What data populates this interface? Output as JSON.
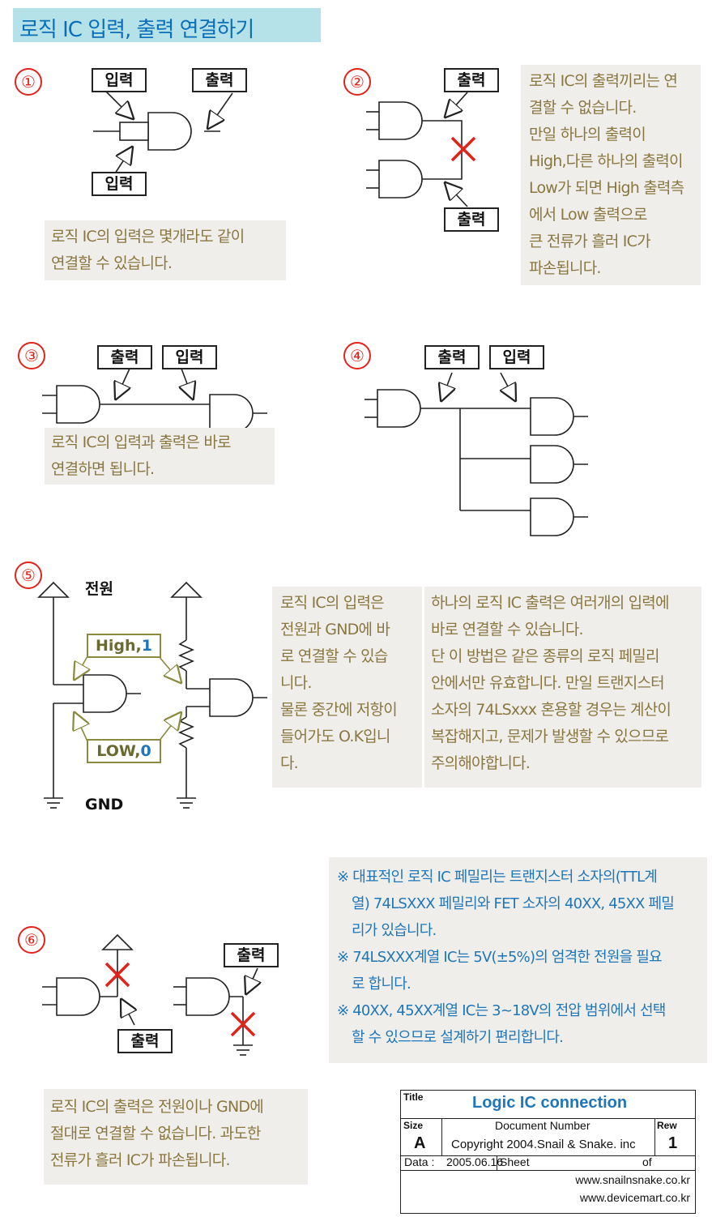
{
  "title": "로직 IC 입력, 출력 연결하기",
  "sections": {
    "s1": {
      "number": "①",
      "labels": {
        "input_top": "입력",
        "output": "출력",
        "input_bottom": "입력"
      },
      "note": [
        "로직 IC의 입력은 몇개라도 같이",
        "연결할 수 있습니다."
      ]
    },
    "s2": {
      "number": "②",
      "labels": {
        "output_top": "출력",
        "output_bottom": "출력"
      },
      "note": [
        "로직 IC의 출력끼리는 연",
        "결할 수 없습니다.",
        "만일 하나의 출력이",
        "High,다른 하나의 출력이",
        "Low가 되면 High 출력측",
        "에서 Low 출력으로",
        "큰 전류가 흘러 IC가",
        "파손됩니다."
      ]
    },
    "s3": {
      "number": "③",
      "labels": {
        "output": "출력",
        "input": "입력"
      },
      "note": [
        "로직 IC의 입력과 출력은 바로",
        "연결하면 됩니다."
      ]
    },
    "s4": {
      "number": "④",
      "labels": {
        "output": "출력",
        "input": "입력"
      }
    },
    "s5": {
      "number": "⑤",
      "power_label": "전원",
      "gnd_label": "GND",
      "high_label": {
        "text": "High,",
        "value": "1"
      },
      "low_label": {
        "text": "LOW,",
        "value": "0"
      },
      "note1": [
        "로직 IC의 입력은",
        "전원과 GND에  바",
        "로 연결할 수 있습",
        "니다.",
        "물론 중간에 저항이",
        "들어가도 O.K입니",
        "다."
      ],
      "note2": [
        "하나의 로직 IC 출력은 여러개의 입력에",
        "바로 연결할 수 있습니다.",
        "단 이 방법은 같은 종류의 로직 페밀리",
        "안에서만 유효합니다. 만일 트랜지스터",
        "소자의 74LSxxx 혼용할 경우는 계산이",
        "복잡해지고, 문제가 발생할 수 있으므로",
        "주의해야합니다."
      ]
    },
    "s6": {
      "number": "⑥",
      "labels": {
        "output_left": "출력",
        "output_right": "출력"
      },
      "note_blue": [
        "※ 대표적인 로직 IC 페밀리는 트랜지스터 소자의(TTL계",
        "열) 74LSXXX 페밀리와 FET 소자의 40XX, 45XX 페밀",
        "리가 있습니다.",
        "※ 74LSXXX계열 IC는 5V(±5%)의 엄격한 전원을   필요",
        "로 합니다.",
        "※ 40XX, 45XX계열 IC는 3~18V의 전압 범위에서 선택",
        "할 수 있으므로 설계하기 편리합니다."
      ],
      "note": [
        "로직 IC의 출력은 전원이나 GND에",
        "절대로 연결할 수 없습니다. 과도한",
        "전류가 흘러 IC가 파손됩니다."
      ]
    }
  },
  "title_block": {
    "title_label": "Title",
    "title": "Logic IC connection",
    "size_label": "Size",
    "size": "A",
    "docnum_label": "Document Number",
    "copyright": "Copyright 2004.Snail & Snake. inc",
    "rev_label": "Rew",
    "rev": "1",
    "date_label": "Data :",
    "date": "2005.06.16",
    "sheet_label": "Sheet",
    "of_label": "of",
    "url1": "www.snailnsnake.co.kr",
    "url2": "www.devicemart.co.kr"
  },
  "colors": {
    "accent_red": "#e2231a",
    "title_blue": "#0a6fb8",
    "note_text": "#8a7740",
    "note_bg": "#efeeea",
    "title_bg": "#b5e2e8"
  }
}
